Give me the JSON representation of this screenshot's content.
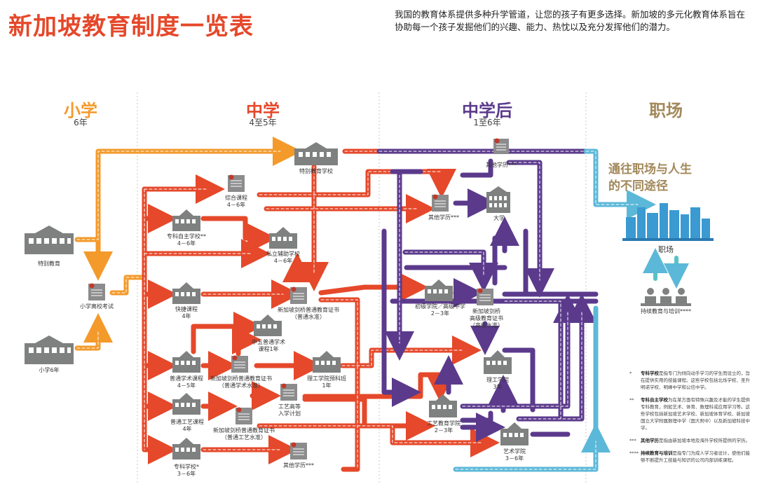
{
  "header": {
    "title": "新加坡教育制度一览表",
    "intro": "我国的教育体系提供多种升学管道，让您的孩子有更多选择。新加坡的多元化教育体系旨在协助每一个孩子发掘他们的兴趣、能力、热忱以及充分发挥他们的潜力。"
  },
  "stages": {
    "primary": {
      "name": "小学",
      "duration": "6年",
      "color": "#f39a2b"
    },
    "secondary": {
      "name": "中学",
      "duration": "4至5年",
      "color": "#e5482a"
    },
    "post_secondary": {
      "name": "中学后",
      "duration": "1至6年",
      "color": "#5b3a8c"
    },
    "workforce": {
      "name": "职场",
      "duration": "",
      "color": "#a2885a"
    }
  },
  "nodes": {
    "special_ed": "特别教育",
    "primary6": "小学6年",
    "psle": "小学离校考试",
    "special_school": "特别教育学校",
    "other_cert_top": "其他学历***",
    "integrated": [
      "综合课程",
      "4－6年"
    ],
    "specialised_indep": [
      "专科自主学校**",
      "4－6年"
    ],
    "private_assist": [
      "私立辅助学校",
      "4－6年"
    ],
    "other_cert_mid": "其他学历***",
    "university": "大学",
    "express": [
      "快捷课程",
      "4年"
    ],
    "o_level": [
      "新加坡剑桥普通教育证书",
      "（普通水准）"
    ],
    "jc": [
      "初级学院／高级中学",
      "2－3年"
    ],
    "a_level": [
      "新加坡剑桥",
      "高级教育证书",
      "（高级水准）"
    ],
    "sec5": [
      "中五普通学术",
      "课程1年"
    ],
    "na": [
      "普通学术课程",
      "4－5年"
    ],
    "n_acad_cert": [
      "新加坡剑桥普通教育证书",
      "（普通学术水准）"
    ],
    "poly_foundation": [
      "理工学院预科班",
      "1年"
    ],
    "polytechnic": [
      "理工学院",
      "3年"
    ],
    "dpp": [
      "工艺高等",
      "入学计划"
    ],
    "nt": [
      "普通工艺课程",
      "4年"
    ],
    "n_tech_cert": [
      "新加坡剑桥普通教育证书",
      "（普通工艺水准）"
    ],
    "ite": [
      "工艺教育学院",
      "2－3年"
    ],
    "specialised_school": [
      "专科学校*",
      "3－6年"
    ],
    "other_cert_bottom": "其他学历***",
    "arts": [
      "艺术学院",
      "3－6年"
    ],
    "workforce": "职场",
    "workforce_heading": [
      "通往职场与人生",
      "的不同途径"
    ],
    "cet": "持续教育与培训****"
  },
  "notes": [
    {
      "mark": "*",
      "term": "专科学校",
      "text": "是指专门为倾向动手学习的学生而设立的，旨在提供实用的技能课程。这些学校包括北烁学校、圣升明诺学校、明峰中学和公信中学。"
    },
    {
      "mark": "**",
      "term": "专科自主学校",
      "text": "为在某方面有特殊兴趣及才能的学生提供专科教育，例如艺术、体育、数理科或应用学习等。这些学校包括新加坡艺术学校、新加坡体育学校、新加坡国立大学附属数理中学（国大附中）以及新加坡科技中学。"
    },
    {
      "mark": "***",
      "term": "其他学历",
      "text": "是指由新加坡本地及海外学校所提供的学历。"
    },
    {
      "mark": "****",
      "term": "持续教育与培训",
      "text": "是指专门为成人学习者设计，使他们能够不断提升工技能与知识的公司内部训练课程。"
    }
  ],
  "colors": {
    "orange": "#f39a2b",
    "red": "#e5482a",
    "purple": "#5b3a8c",
    "blue": "#5bb8d8",
    "teal": "#59c3c3",
    "grey": "#7f8080",
    "workforce_blue": "#3a9ad1"
  }
}
